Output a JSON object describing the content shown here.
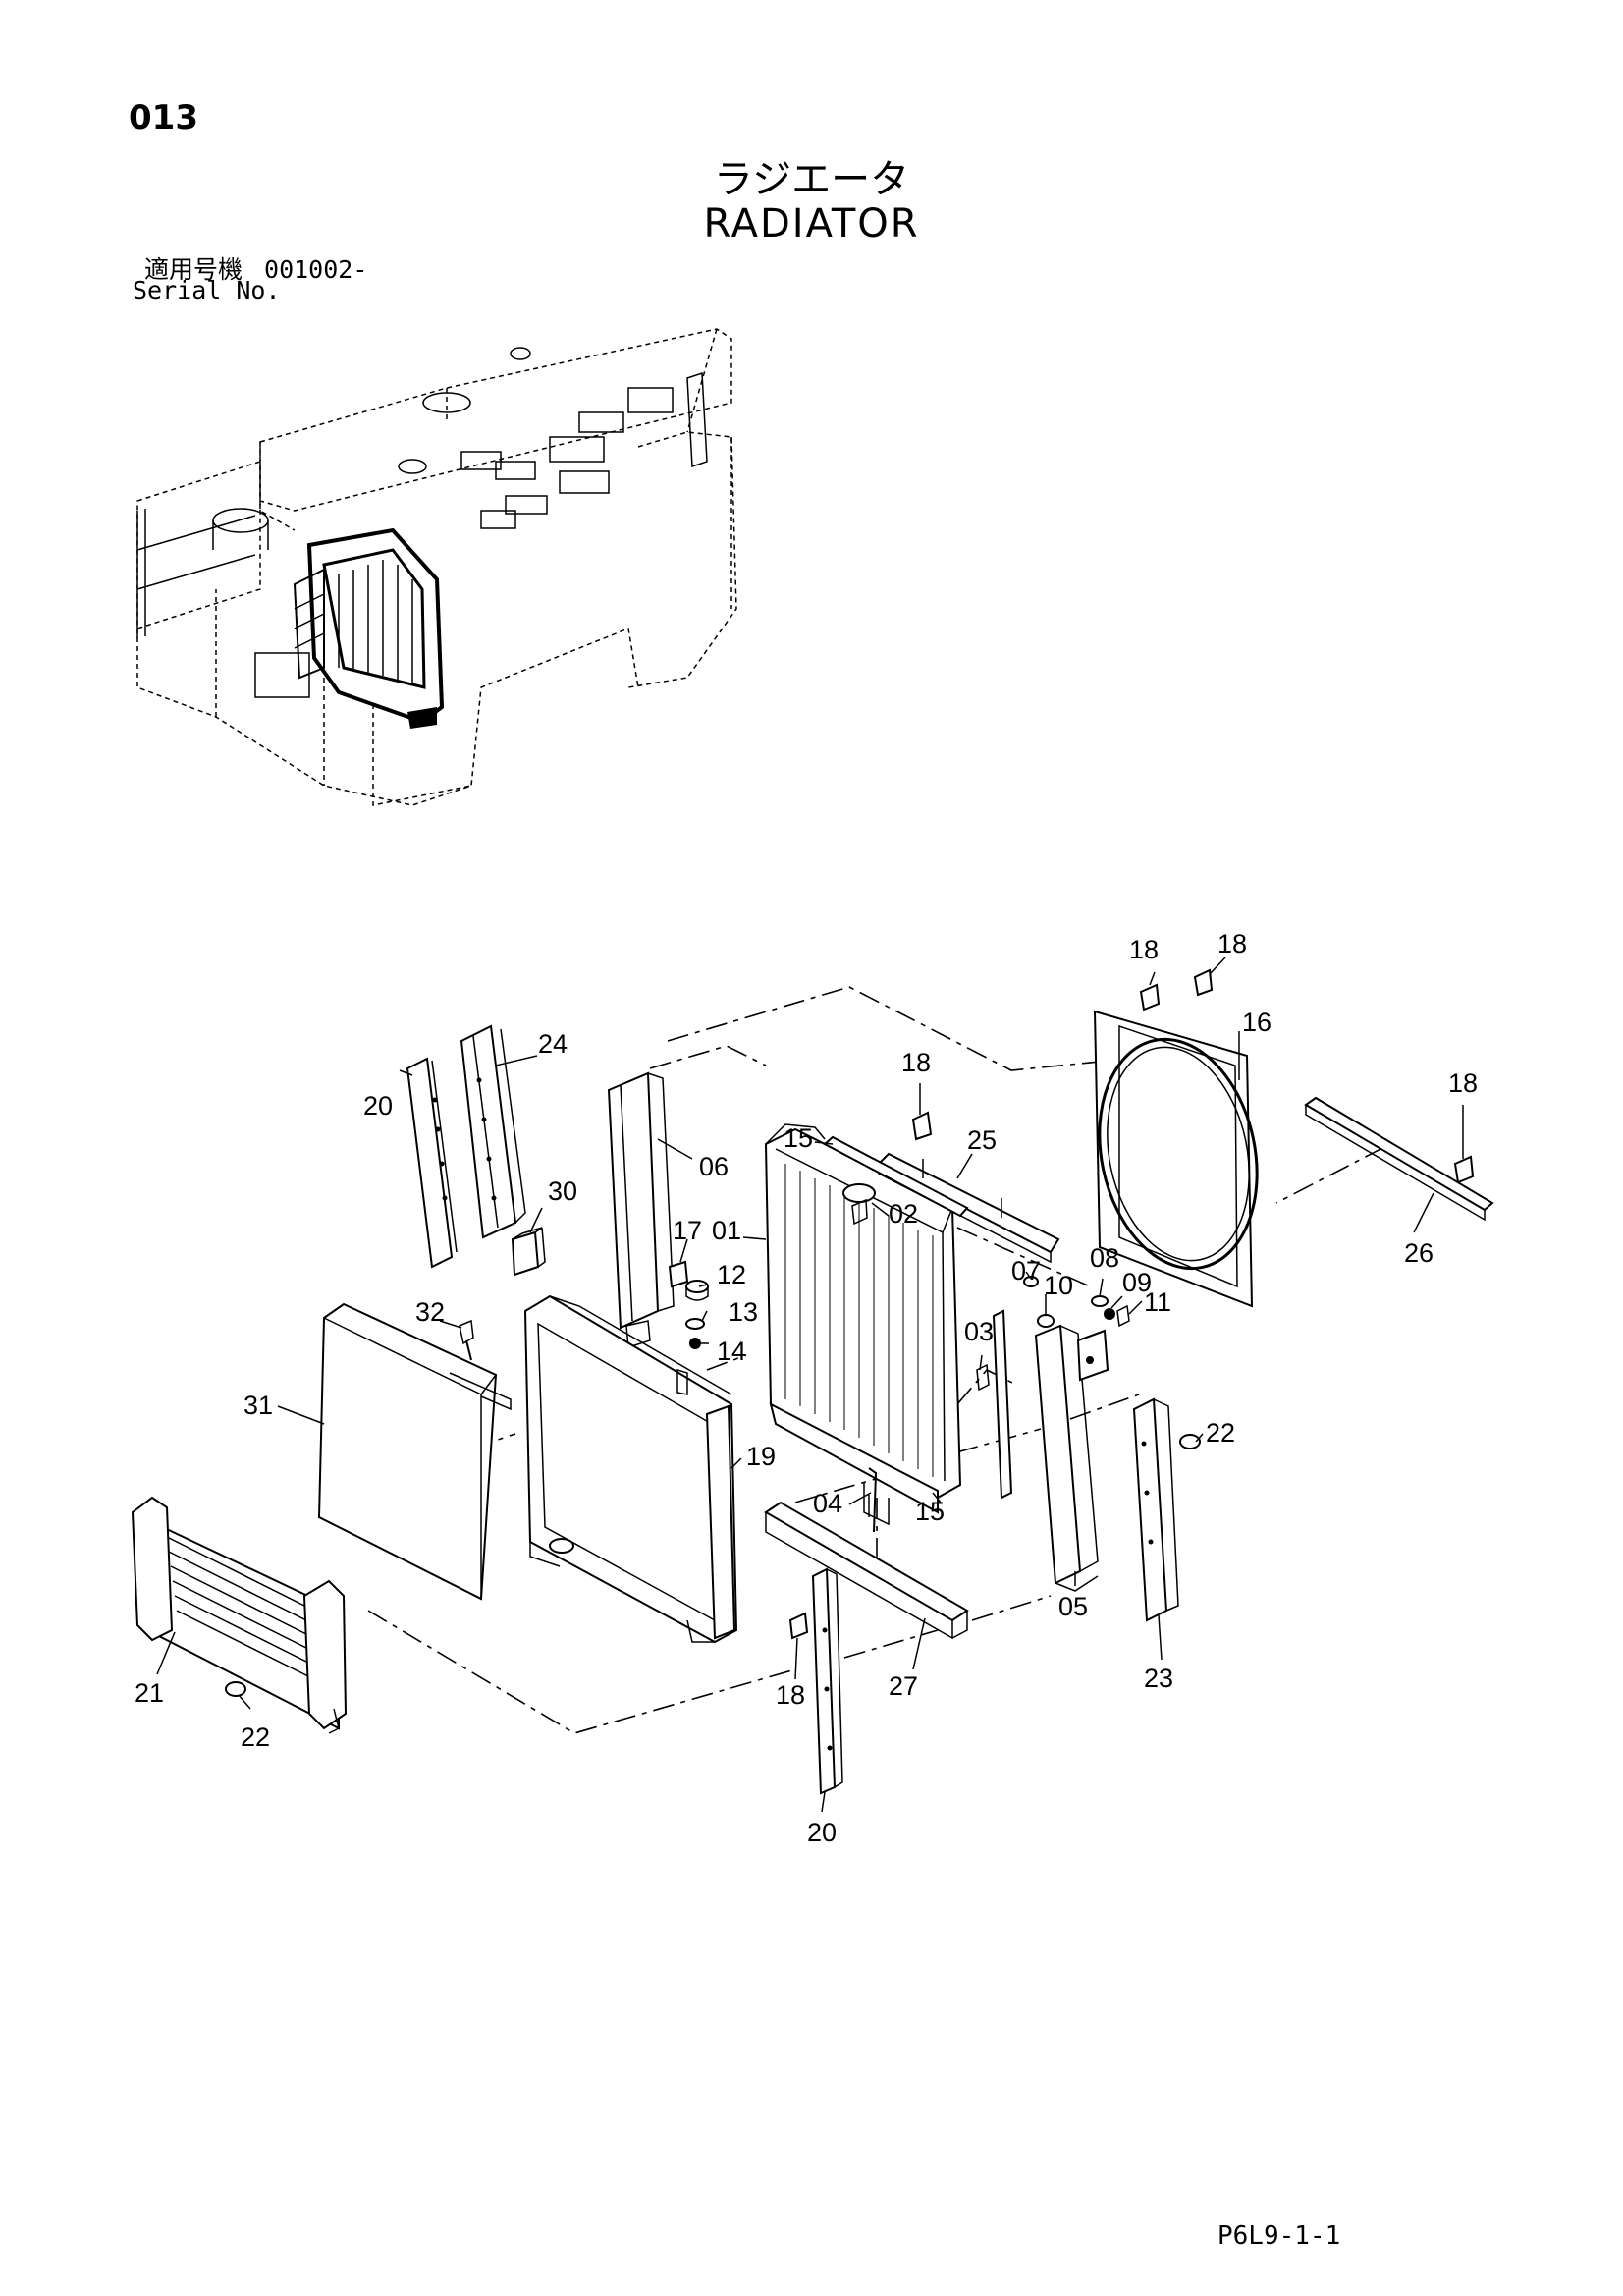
{
  "page_number": "013",
  "title_jp": "ラジエータ",
  "title_en": "RADIATOR",
  "serial": {
    "label_jp": "適用号機",
    "value": "001002-",
    "label_en": "Serial No."
  },
  "doc_code": "P6L9-1-1",
  "callouts": {
    "c01": "01",
    "c02": "02",
    "c03": "03",
    "c04": "04",
    "c05": "05",
    "c06": "06",
    "c07": "07",
    "c08": "08",
    "c09": "09",
    "c10": "10",
    "c11": "11",
    "c12": "12",
    "c13": "13",
    "c14": "14",
    "c15a": "15",
    "c15b": "15",
    "c16": "16",
    "c17": "17",
    "c18a": "18",
    "c18b": "18",
    "c18c": "18",
    "c18d": "18",
    "c18e": "18",
    "c19": "19",
    "c20a": "20",
    "c20b": "20",
    "c21": "21",
    "c22a": "22",
    "c22b": "22",
    "c23": "23",
    "c24": "24",
    "c25": "25",
    "c26": "26",
    "c27": "27",
    "c30": "30",
    "c31": "31",
    "c32": "32"
  }
}
